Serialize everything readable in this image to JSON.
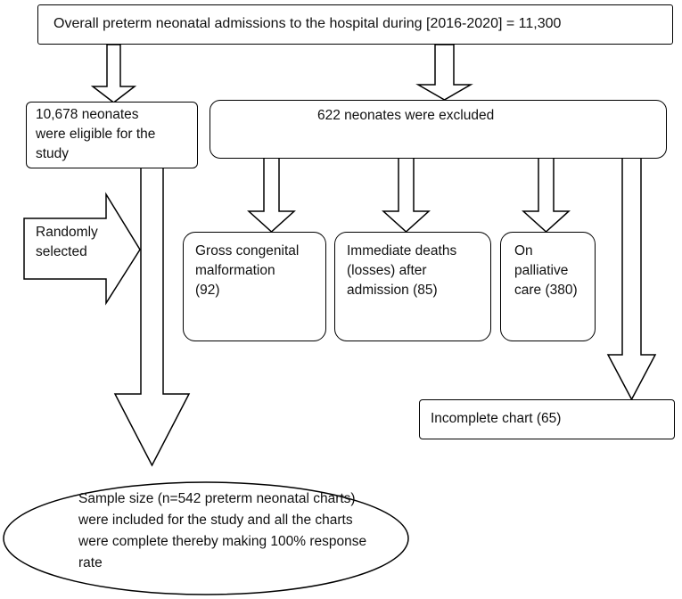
{
  "top_box": {
    "text": "Overall preterm neonatal admissions to the hospital during [2016-2020] = 11,300"
  },
  "eligible_box": {
    "text": "10,678 neonates\nwere eligible for the\nstudy"
  },
  "excluded_box": {
    "text": "622 neonates were excluded"
  },
  "random_arrow": {
    "text": "Randomly\nselected"
  },
  "exclusions": [
    {
      "text": "Gross congenital\nmalformation\n(92)"
    },
    {
      "text": "Immediate deaths\n(losses) after\nadmission (85)"
    },
    {
      "text": "On\npalliative\ncare (380)"
    }
  ],
  "incomplete_box": {
    "text": "Incomplete chart (65)"
  },
  "sample_ellipse": {
    "text": "Sample size (n=542 preterm neonatal charts)\nwere included for the study and all the charts\nwere complete thereby making 100% response\nrate"
  }
}
